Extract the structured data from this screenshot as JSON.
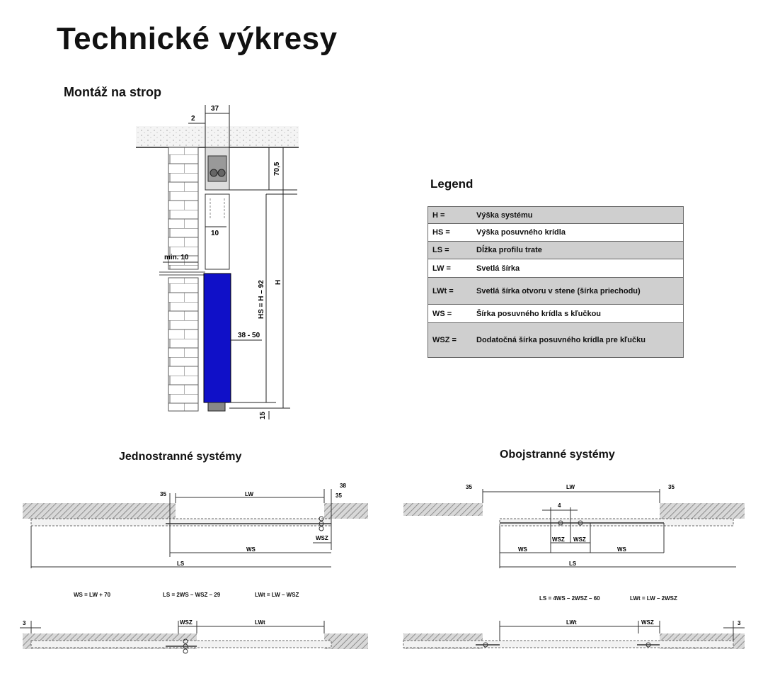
{
  "page_title": "Technické výkresy",
  "section_ceiling": "Montáž na strop",
  "legend": {
    "title": "Legend",
    "rows": [
      {
        "key": "H =",
        "value": "Výška systému",
        "shade": "gray"
      },
      {
        "key": "HS =",
        "value": "Výška posuvného krídla",
        "shade": "white"
      },
      {
        "key": "LS =",
        "value": "Dĺžka profilu trate",
        "shade": "gray"
      },
      {
        "key": "LW =",
        "value": "Svetlá šírka",
        "shade": "white"
      },
      {
        "key": "LWt =",
        "value": "Svetlá šírka otvoru v stene (šírka priechodu)",
        "shade": "gray"
      },
      {
        "key": "WS =",
        "value": "Šírka posuvného krídla s kľučkou",
        "shade": "white"
      },
      {
        "key": "WSZ =",
        "value": "Dodatočná šírka posuvného krídla pre kľučku",
        "shade": "gray"
      }
    ]
  },
  "ceiling_drawing": {
    "dim_37": "37",
    "dim_2": "2",
    "dim_70_5": "70,5",
    "dim_10": "10",
    "dim_min10": "min. 10",
    "dim_hs": "HS = H – 92",
    "dim_h": "H",
    "dim_38_50": "38 - 50",
    "dim_15": "15",
    "colors": {
      "door": "#1010c8",
      "brick_line": "#555555",
      "hatch": "#888888"
    }
  },
  "single": {
    "title": "Jednostranné systémy",
    "top": {
      "d35a": "35",
      "lw": "LW",
      "d38": "38",
      "d35b": "35",
      "wsz": "WSZ",
      "ws": "WS",
      "ls": "LS"
    },
    "formulas": [
      "WS = LW + 70",
      "LS = 2WS – WSZ – 29",
      "LWt = LW – WSZ"
    ],
    "bottom": {
      "d3": "3",
      "wsz": "WSZ",
      "lwt": "LWt"
    }
  },
  "double": {
    "title": "Obojstranné systémy",
    "top": {
      "d35a": "35",
      "lw": "LW",
      "d35b": "35",
      "d4": "4",
      "wsz1": "WSZ",
      "wsz2": "WSZ",
      "ws1": "WS",
      "ws2": "WS",
      "ls": "LS"
    },
    "formulas": [
      "LS = 4WS – 2WSZ – 60",
      "LWt = LW – 2WSZ"
    ],
    "bottom": {
      "lwt": "LWt",
      "wsz": "WSZ",
      "d3": "3"
    }
  }
}
